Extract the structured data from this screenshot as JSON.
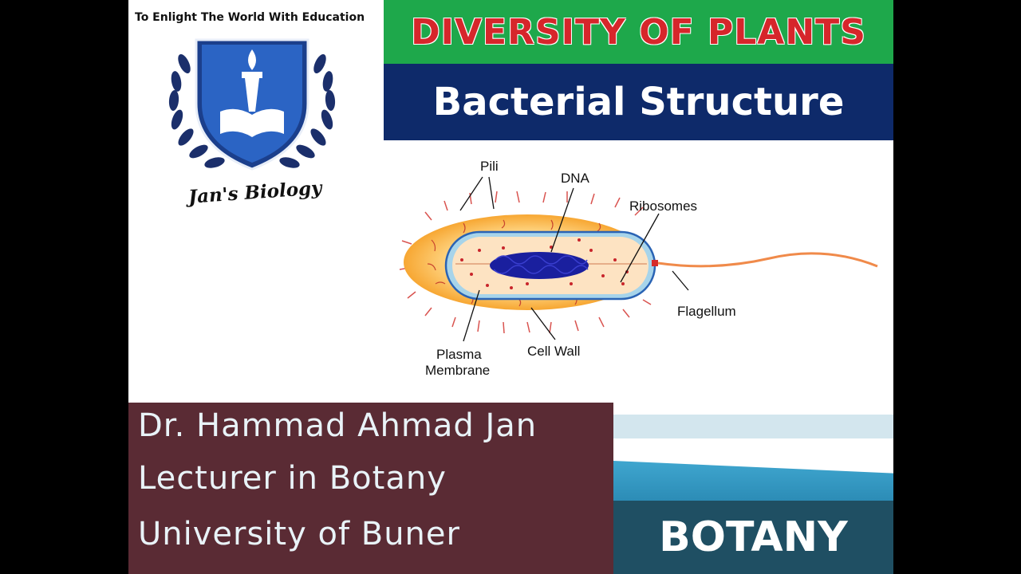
{
  "logo": {
    "tagline": "To Enlight The World With Education",
    "brand_name": "Jan's Biology"
  },
  "header": {
    "title": "DIVERSITY OF PLANTS",
    "subtitle": "Bacterial Structure"
  },
  "diagram": {
    "labels": {
      "pili": "Pili",
      "dna": "DNA",
      "ribosomes": "Ribosomes",
      "flagellum": "Flagellum",
      "plasma_membrane_line1": "Plasma",
      "plasma_membrane_line2": "Membrane",
      "cell_wall": "Cell Wall"
    }
  },
  "author": {
    "name": "Dr. Hammad Ahmad Jan",
    "position": "Lecturer in Botany",
    "institution": "University of Buner"
  },
  "subject": "BOTANY",
  "colors": {
    "title_band": "#1ea84b",
    "title_text": "#d6262b",
    "subtitle_band": "#0e2a6a",
    "author_box": "#5a2b34",
    "subject_band": "#1f4f63"
  }
}
